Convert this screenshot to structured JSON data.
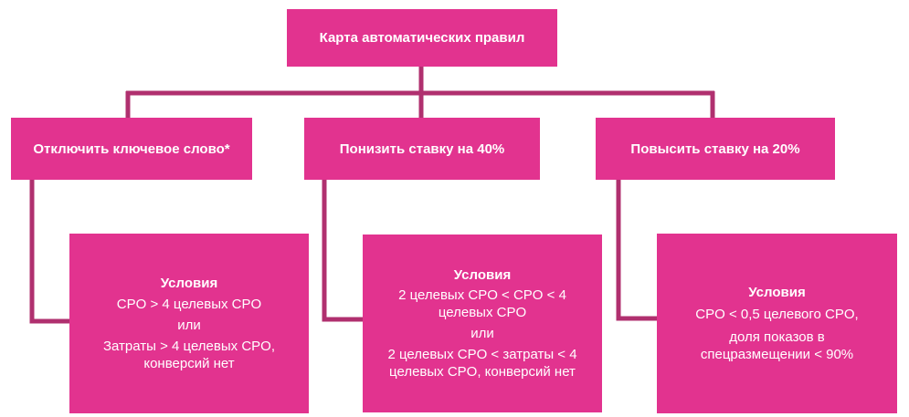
{
  "root": {
    "label": "Карта автоматических правил"
  },
  "colors": {
    "box": "#e2338f",
    "connector": "#b0306f",
    "text": "#ffffff"
  },
  "actions": [
    {
      "label": "Отключить ключевое слово*",
      "conditions": {
        "title": "Условия",
        "lines": [
          "CPO > 4 целевых CPO",
          "или",
          "Затраты > 4 целевых CPO,",
          "конверсий нет"
        ]
      }
    },
    {
      "label": "Понизить ставку на 40%",
      "conditions": {
        "title": "Условия",
        "lines": [
          "2 целевых CPO < CPO < 4",
          "целевых CPO",
          "или",
          "2 целевых CPO < затраты < 4",
          "целевых CPO, конверсий нет"
        ]
      }
    },
    {
      "label": "Повысить ставку на 20%",
      "conditions": {
        "title": "Условия",
        "lines": [
          "CPO < 0,5 целевого CPO,",
          "доля показов в",
          "спецразмещении < 90%"
        ]
      }
    }
  ]
}
